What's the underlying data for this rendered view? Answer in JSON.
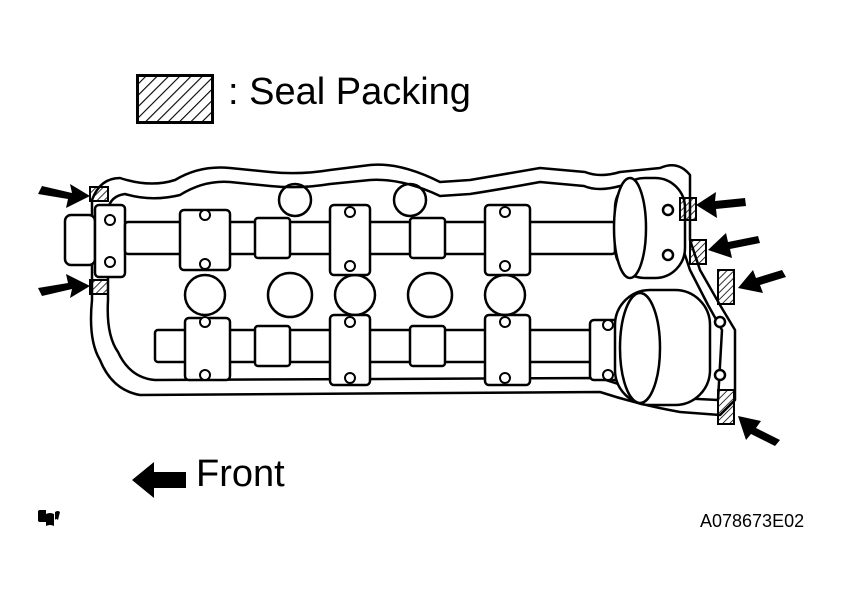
{
  "legend": {
    "label": ": Seal Packing",
    "pattern": "diagonal-hatch"
  },
  "direction": {
    "label": "Front",
    "icon": "left-arrow-icon"
  },
  "figure_code": "A078673E02",
  "icons": {
    "corner": "repair-manual-icon"
  },
  "seal_points_count": 6
}
